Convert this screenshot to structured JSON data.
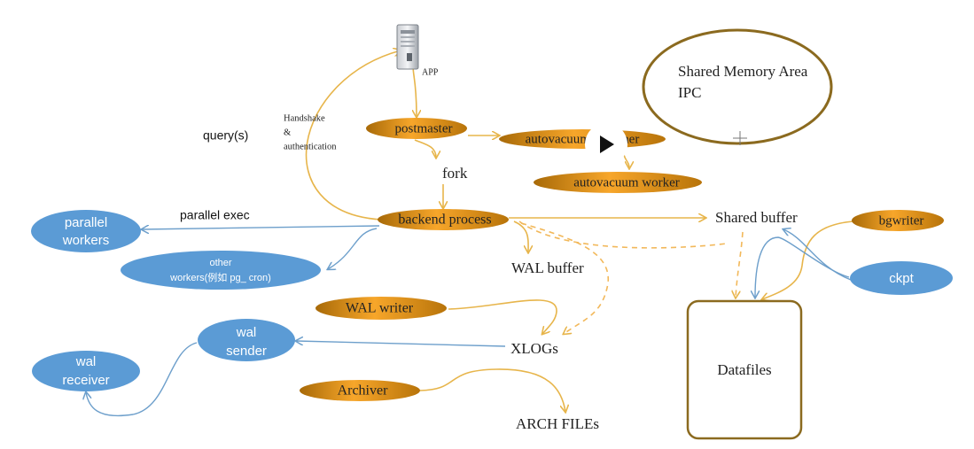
{
  "app": "APP",
  "shared_memory": {
    "line1": "Shared Memory Area",
    "line2": "IPC"
  },
  "labels": {
    "query": "query(s)",
    "handshake1": "Handshake",
    "handshake2": "&",
    "handshake3": "authentication",
    "fork": "fork",
    "parallel_exec": "parallel exec",
    "shared_buffer": "Shared buffer",
    "wal_buffer": "WAL buffer",
    "xlogs": "XLOGs",
    "arch_files": "ARCH FILEs"
  },
  "processes": {
    "postmaster": "postmaster",
    "autovacuum_launcher": "autovacuum launcher",
    "autovacuum_worker": "autovacuum worker",
    "backend": "backend process",
    "bgwriter": "bgwriter",
    "wal_writer": "WAL writer",
    "archiver": "Archiver"
  },
  "blue_nodes": {
    "parallel_workers": [
      "parallel",
      "workers"
    ],
    "other_workers": [
      "other",
      "workers(例如 pg_ cron)"
    ],
    "ckpt": "ckpt",
    "wal_sender": [
      "wal",
      "sender"
    ],
    "wal_receiver": [
      "wal",
      "receiver"
    ]
  },
  "datafiles": "Datafiles",
  "colors": {
    "orange_gradient_start": "#b8740a",
    "orange_gradient_mid": "#f5a623",
    "blue_node": "#5b9bd5",
    "brown_outline": "#8b6a1f",
    "arrow_orange": "#e7b54b",
    "arrow_blue": "#6d9fcb"
  }
}
